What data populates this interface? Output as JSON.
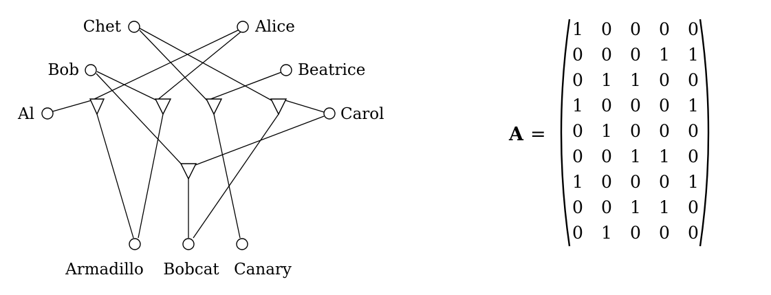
{
  "graph": {
    "people": [
      "Chet",
      "Alice",
      "Bob",
      "Beatrice",
      "Al",
      "Carol"
    ],
    "animals": [
      "Armadillo",
      "Bobcat",
      "Canary"
    ]
  },
  "matrix": {
    "symbol": "A",
    "equals": "=",
    "rows": [
      [
        1,
        0,
        0,
        0,
        0
      ],
      [
        0,
        0,
        0,
        1,
        1
      ],
      [
        0,
        1,
        1,
        0,
        0
      ],
      [
        1,
        0,
        0,
        0,
        1
      ],
      [
        0,
        1,
        0,
        0,
        0
      ],
      [
        0,
        0,
        1,
        1,
        0
      ],
      [
        1,
        0,
        0,
        0,
        1
      ],
      [
        0,
        0,
        1,
        1,
        0
      ],
      [
        0,
        1,
        0,
        0,
        0
      ]
    ]
  }
}
